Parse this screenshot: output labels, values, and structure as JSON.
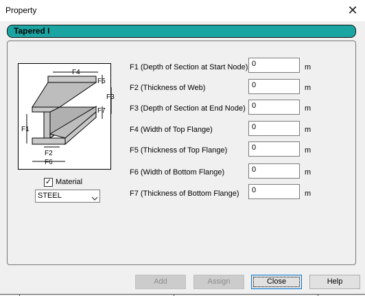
{
  "window": {
    "title": "Property"
  },
  "section": {
    "title": "Tapered I"
  },
  "diagram": {
    "dimension_labels": [
      "F1",
      "F2",
      "F3",
      "F4",
      "F5",
      "F6",
      "F7"
    ]
  },
  "material": {
    "checkbox_label": "Material",
    "checked": true,
    "selected": "STEEL"
  },
  "fields": [
    {
      "label": "F1 (Depth of Section at Start Node)",
      "value": "0",
      "unit": "m"
    },
    {
      "label": "F2 (Thickness of Web)",
      "value": "0",
      "unit": "m"
    },
    {
      "label": "F3 (Depth of Section at End Node)",
      "value": "0",
      "unit": "m"
    },
    {
      "label": "F4 (Width of Top Flange)",
      "value": "0",
      "unit": "m"
    },
    {
      "label": "F5 (Thickness of Top Flange)",
      "value": "0",
      "unit": "m"
    },
    {
      "label": "F6 (Width of Bottom Flange)",
      "value": "0",
      "unit": "m"
    },
    {
      "label": "F7 (Thickness of Bottom Flange)",
      "value": "0",
      "unit": "m"
    }
  ],
  "buttons": {
    "add": "Add",
    "assign": "Assign",
    "close": "Close",
    "help": "Help"
  }
}
